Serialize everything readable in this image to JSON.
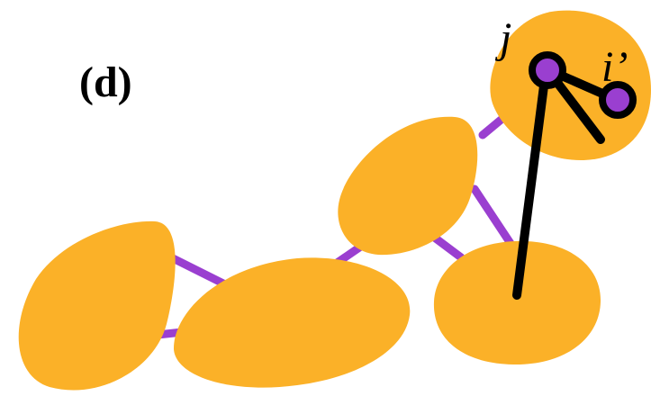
{
  "panel_label": "(d)",
  "node_labels": {
    "j": "j",
    "i_prime": "i’"
  },
  "colors": {
    "blob": "#fbb128",
    "link": "#9a3fd0",
    "node_fill": "#9a3fd0",
    "stroke": "#000000"
  }
}
